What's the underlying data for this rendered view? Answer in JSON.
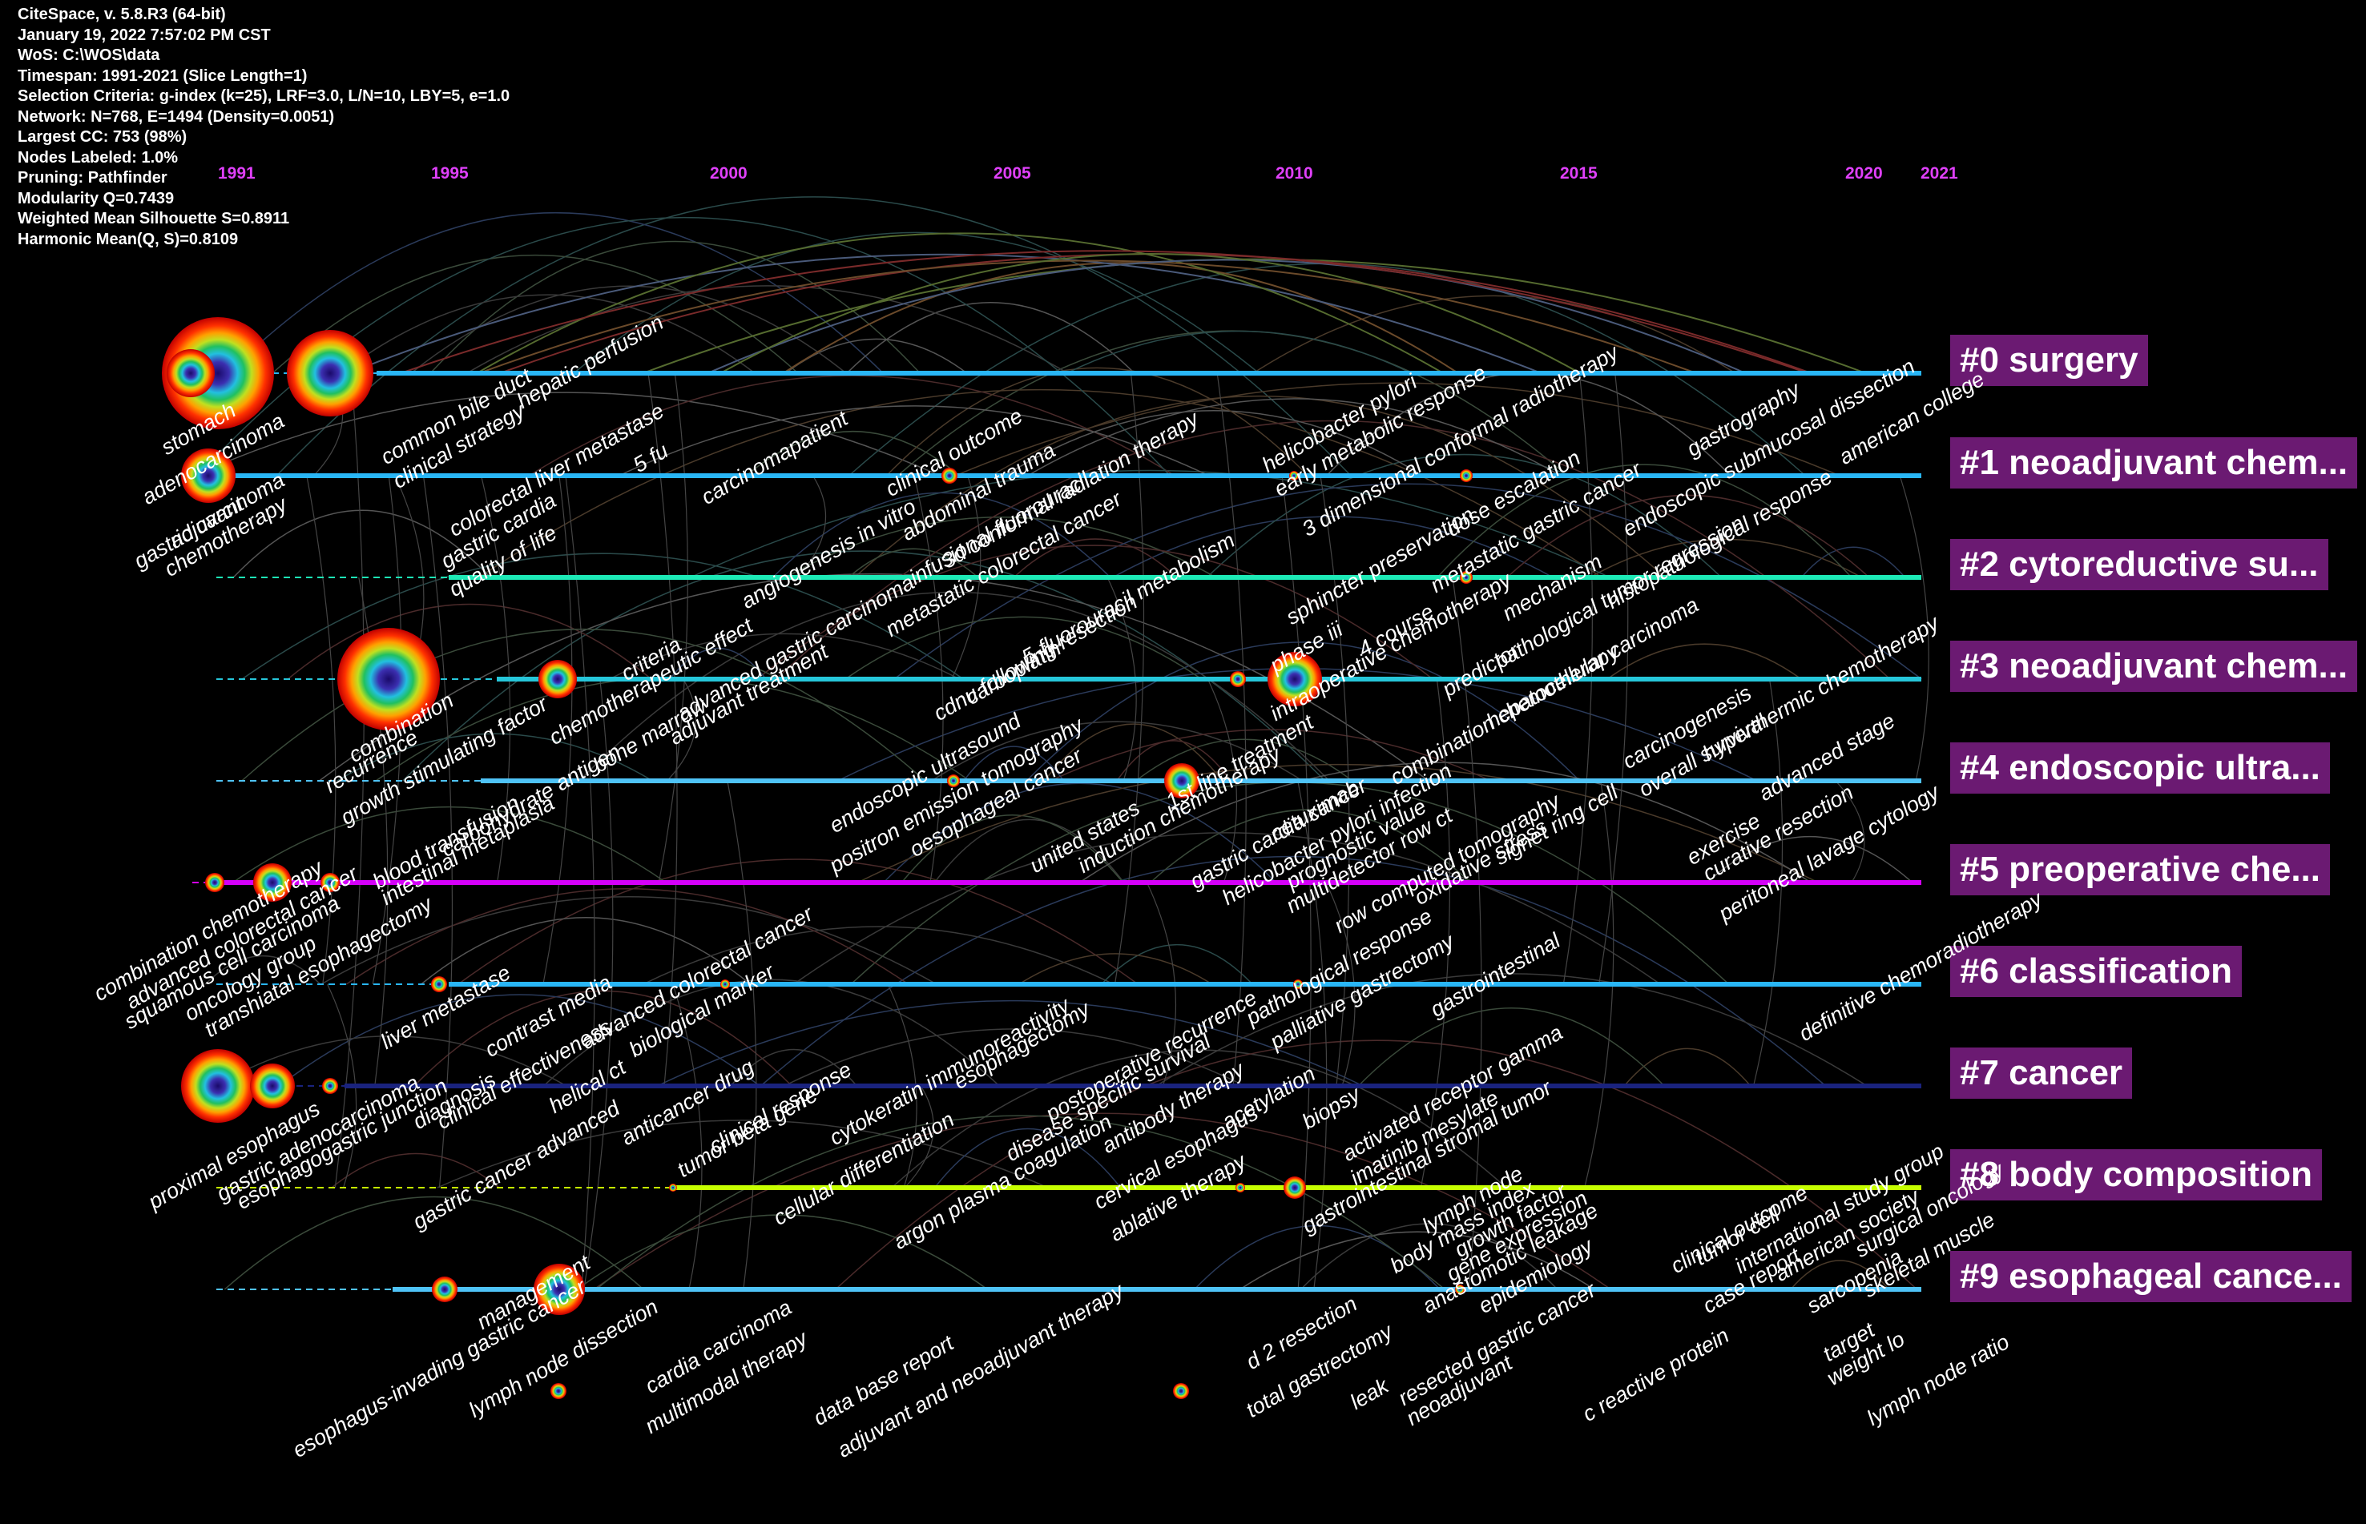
{
  "header": {
    "lines": [
      "CiteSpace, v. 5.8.R3 (64-bit)",
      "January 19, 2022 7:57:02 PM CST",
      "WoS: C:\\WOS\\data",
      "Timespan: 1991-2021 (Slice Length=1)",
      "Selection Criteria: g-index (k=25), LRF=3.0, L/N=10, LBY=5, e=1.0",
      "Network: N=768, E=1494 (Density=0.0051)",
      "Largest CC: 753 (98%)",
      "Nodes Labeled: 1.0%",
      "Pruning: Pathfinder",
      "Modularity Q=0.7439",
      "Weighted Mean Silhouette S=0.8911",
      "Harmonic Mean(Q, S)=0.8109"
    ]
  },
  "timeline": {
    "years": [
      "1991",
      "1995",
      "2000",
      "2005",
      "2010",
      "2015",
      "2020",
      "2021"
    ]
  },
  "clusters": [
    {
      "id": "0",
      "label": "#0 surgery",
      "color": "#29b6f6"
    },
    {
      "id": "1",
      "label": "#1 neoadjuvant chem...",
      "color": "#29b6f6"
    },
    {
      "id": "2",
      "label": "#2 cytoreductive su...",
      "color": "#1de9b6"
    },
    {
      "id": "3",
      "label": "#3 neoadjuvant chem...",
      "color": "#26c6da"
    },
    {
      "id": "4",
      "label": "#4 endoscopic ultra...",
      "color": "#4fc3f7"
    },
    {
      "id": "5",
      "label": "#5 preoperative che...",
      "color": "#d500f9"
    },
    {
      "id": "6",
      "label": "#6 classification",
      "color": "#29b6f6"
    },
    {
      "id": "7",
      "label": "#7 cancer",
      "color": "#1a237e"
    },
    {
      "id": "8",
      "label": "#8 body composition",
      "color": "#c6ff00"
    },
    {
      "id": "9",
      "label": "#9 esophageal cance...",
      "color": "#4fc3f7"
    }
  ],
  "keywords": [
    "stomach",
    "adenocarcinoma",
    "adjuvant",
    "gastric carcinoma",
    "chemotherapy",
    "common bile duct",
    "clinical strategy",
    "hepatic perfusion",
    "colorectal liver metastase",
    "gastric cardia",
    "quality of life",
    "5 fu",
    "carcinomapatient",
    "clinical outcome",
    "abdominal trauma",
    "angiogenesis in vitro",
    "3d conformal radiation therapy",
    "infusional fluorouracil",
    "metastatic colorectal cancer",
    "helicobacter pylori",
    "early metabolic response",
    "3 dimensional conformal radiotherapy",
    "dose escalation",
    "gastrography",
    "endoscopic submucosal dissection",
    "american college",
    "metastatic gastric cancer",
    "histopathological response",
    "mechanism",
    "sphincter preservation",
    "pathological tumor regression",
    "predictor",
    "hepatocellular carcinoma",
    "carcinogenesis",
    "combination",
    "recurrence",
    "growth stimulating factor",
    "criteria",
    "chemotherapeutic effect",
    "bone marrow",
    "advanced gastric carcinoma",
    "adjuvant treatment",
    "cdnu following resection",
    "carboplatin",
    "5-fluorouracil metabolism",
    "phase iii",
    "4 course",
    "combination chemotherapy",
    "intraoperative chemotherapy",
    "overall survival",
    "hyperthermic chemotherapy",
    "advanced stage",
    "blood transfusion",
    "intestinal metaplasia",
    "carbohydrate antigen",
    "endoscopic ultrasound",
    "positron emission tomography",
    "oesophageal cancer",
    "united states",
    "induction chemotherapy",
    "1st line treatment",
    "gastric cardia cancer",
    "cetuximab",
    "helicobacter pylori infection",
    "prognostic value",
    "signet ring cell",
    "multidetector row ct",
    "row computed tomography",
    "oxidative stress",
    "exercise",
    "curative resection",
    "peritoneal lavage cytology",
    "combination chemotherapy",
    "advanced colorectal cancer",
    "squamous cell carcinoma",
    "oncology group",
    "transhiatal esophagectomy",
    "liver metastase",
    "contrast media",
    "advanced colorectal cancer",
    "biological marker",
    "pathological response",
    "palliative gastrectomy",
    "definitive chemoradiotherapy",
    "proximal esophagus",
    "gastric adenocarcinoma",
    "esophagogastric junction",
    "diagnosis",
    "clinical effectiveness",
    "helical ct",
    "gastric cancer advanced",
    "anticancer drug",
    "tumor beta gene",
    "clinical response",
    "cytokeratin immunoreactivity",
    "cellular differentiation",
    "argon plasma coagulation",
    "esophagectomy",
    "disease specific survival",
    "postoperative recurrence",
    "antibody therapy",
    "cervical esophagus",
    "ablative therapy",
    "acetylation",
    "biopsy",
    "activated receptor gamma",
    "imatinib mesylate",
    "gastrointestinal stromal tumor",
    "lymph node",
    "body mass index",
    "growth factor",
    "gene expression",
    "anastomotic leakage",
    "epidemiology",
    "clinical outcome",
    "tumor cell",
    "international study group",
    "case report",
    "american society",
    "sarcopenia",
    "surgical oncology",
    "skeletal muscle",
    "esophagus-invading gastric cancer",
    "management",
    "lymph node dissection",
    "cardia carcinoma",
    "multimodal therapy",
    "data base report",
    "adjuvant and neoadjuvant therapy",
    "d 2 resection",
    "total gastrectomy",
    "leak",
    "resected gastric cancer",
    "neoadjuvant",
    "c reactive protein",
    "target",
    "weight lo",
    "lymph node ratio",
    "gastrointestinal"
  ]
}
